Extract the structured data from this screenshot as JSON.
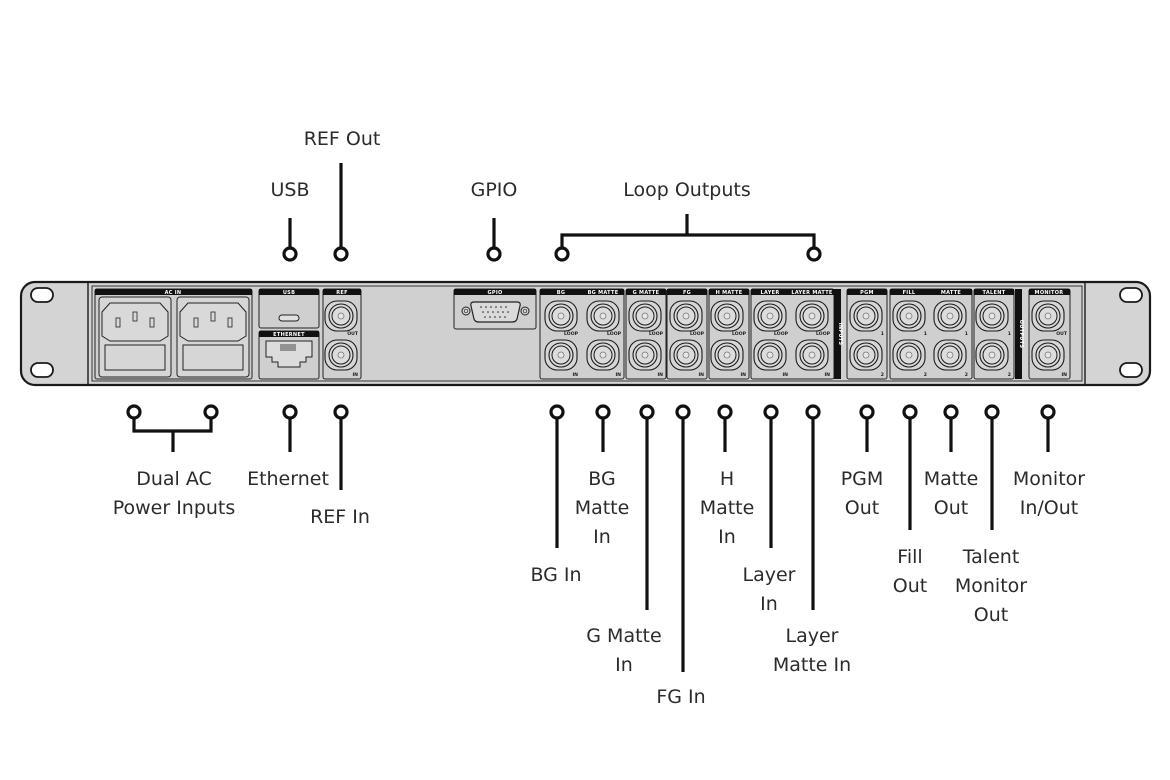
{
  "diagram": {
    "title": "Rear panel connections",
    "colors": {
      "panel_fill": "#d4d4d4",
      "outline": "#1a1a1a",
      "header_bar": "#111111",
      "callout_line": "#111111",
      "text": "#2b2b2b"
    },
    "panel": {
      "sections": {
        "ac_in": "AC IN",
        "usb": "USB",
        "ethernet": "ETHERNET",
        "ref": "REF",
        "gpio": "GPIO",
        "bg": "BG",
        "bg_matte": "BG MATTE",
        "g_matte": "G MATTE",
        "fg": "FG",
        "h_matte": "H MATTE",
        "layer": "LAYER",
        "layer_matte": "LAYER MATTE",
        "pgm": "PGM",
        "fill": "FILL",
        "matte": "MATTE",
        "talent": "TALENT",
        "monitor": "MONITOR",
        "inputs_group": "INPUTS",
        "outputs_group": "OUTPUTS"
      },
      "jack_labels": {
        "out": "OUT",
        "in": "IN",
        "loop": "LOOP",
        "one": "1",
        "two": "2"
      }
    },
    "callouts_top": {
      "ref_out": "REF Out",
      "usb": "USB",
      "gpio": "GPIO",
      "loop_outputs": "Loop Outputs"
    },
    "callouts_bottom": {
      "dual_ac": [
        "Dual AC",
        "Power Inputs"
      ],
      "ethernet": [
        "Ethernet"
      ],
      "ref_in": [
        "REF In"
      ],
      "bg_in": [
        "BG In"
      ],
      "bg_matte_in": [
        "BG",
        "Matte",
        "In"
      ],
      "g_matte_in": [
        "G Matte",
        "In"
      ],
      "fg_in": [
        "FG In"
      ],
      "h_matte_in": [
        "H",
        "Matte",
        "In"
      ],
      "layer_in": [
        "Layer",
        "In"
      ],
      "layer_matte_in": [
        "Layer",
        "Matte In"
      ],
      "pgm_out": [
        "PGM",
        "Out"
      ],
      "fill_out": [
        "Fill",
        "Out"
      ],
      "matte_out": [
        "Matte",
        "Out"
      ],
      "talent_monitor_out": [
        "Talent",
        "Monitor",
        "Out"
      ],
      "monitor_in_out": [
        "Monitor",
        "In/Out"
      ]
    }
  }
}
